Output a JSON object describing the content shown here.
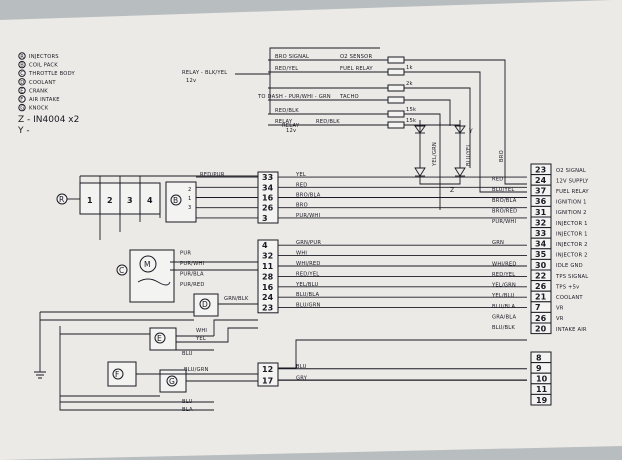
{
  "legend": {
    "items": [
      {
        "sym": "R",
        "text": "INJECTORS"
      },
      {
        "sym": "B",
        "text": "COIL PACK"
      },
      {
        "sym": "C",
        "text": "THROTTLE BODY"
      },
      {
        "sym": "D",
        "text": "COOLANT"
      },
      {
        "sym": "E",
        "text": "CRANK"
      },
      {
        "sym": "F",
        "text": "AIR INTAKE"
      },
      {
        "sym": "G",
        "text": "KNOCK"
      }
    ],
    "z_line": "Z - IN4004 x2",
    "y_line": "Y -"
  },
  "top_section": {
    "relay_left": "RELAY - BLK/YEL",
    "relay_left_sub": "12v",
    "rows": [
      {
        "left": "BRO SIGNAL",
        "right": "O2 SENSOR",
        "res": ""
      },
      {
        "left": "RED/YEL",
        "right": "FUEL RELAY",
        "res": "1k"
      },
      {
        "left": "",
        "right": "",
        "res": "2k"
      },
      {
        "left": "TO DASH - PUR/WHI - GRN",
        "right": "TACHO",
        "res": ""
      },
      {
        "left": "RED/BLK",
        "right": "",
        "res": "15k"
      },
      {
        "left": "RELAY",
        "right": "RED/BLK",
        "res": "15k"
      }
    ],
    "relay_sub": "12v",
    "diode_y": "Y",
    "diode_z": "Z",
    "vert_wires": [
      "YEL/GRN",
      "BLU/YEL",
      "BRO"
    ]
  },
  "injector_block": {
    "symbol": "R",
    "cells": [
      "1",
      "2",
      "3",
      "4"
    ]
  },
  "coil_block": {
    "symbol": "B",
    "pins": [
      "2",
      "1",
      "3"
    ],
    "in_wires": [
      "RED/PUR"
    ]
  },
  "left_connector": {
    "group1": [
      {
        "pin": "33",
        "wire": "YEL"
      },
      {
        "pin": "34",
        "wire": "RED"
      },
      {
        "pin": "16",
        "wire": "BRO/BLA"
      },
      {
        "pin": "26",
        "wire": "BRO"
      },
      {
        "pin": "3",
        "wire": "PUR/WHI"
      }
    ],
    "group2": [
      {
        "pin": "4",
        "wire": "GRN/PUR",
        "lw": ""
      },
      {
        "pin": "32",
        "wire": "WHI",
        "lw": "PUR"
      },
      {
        "pin": "11",
        "wire": "WHI/RED",
        "lw": "PUR/WHI"
      },
      {
        "pin": "28",
        "wire": "RED/YEL",
        "lw": "PUR/BLA"
      },
      {
        "pin": "16",
        "wire": "YEL/BLU",
        "lw": "PUR/RED"
      },
      {
        "pin": "24",
        "wire": "BLU/BLA",
        "lw": ""
      },
      {
        "pin": "23",
        "wire": "BLU/GRN",
        "lw": ""
      }
    ],
    "group3": [
      {
        "pin": "12",
        "wire": "BLU"
      },
      {
        "pin": "17",
        "wire": "GRY"
      }
    ]
  },
  "throttle": {
    "symbol": "C",
    "motor": "M"
  },
  "coolant": {
    "symbol": "D",
    "wire": "GRN/BLK"
  },
  "crank": {
    "symbol": "E",
    "wires": [
      "WHI",
      "YEL",
      "BLU"
    ]
  },
  "air": {
    "symbol": "F",
    "wire": "BLU/GRN"
  },
  "knock": {
    "symbol": "G",
    "wires": [
      "BLU",
      "BLA"
    ]
  },
  "ecu_pins": [
    {
      "pin": "23",
      "label": "O2 SIGNAL",
      "wire": ""
    },
    {
      "pin": "24",
      "label": "12V SUPPLY",
      "wire": "RED"
    },
    {
      "pin": "37",
      "label": "FUEL RELAY",
      "wire": "BLU/YEL"
    },
    {
      "pin": "36",
      "label": "IGNITION 1",
      "wire": "BRO/BLA"
    },
    {
      "pin": "31",
      "label": "IGNITION 2",
      "wire": "BRO/RED"
    },
    {
      "pin": "32",
      "label": "INJECTOR 1",
      "wire": "PUR/WHI"
    },
    {
      "pin": "33",
      "label": "INJECTOR 1",
      "wire": ""
    },
    {
      "pin": "34",
      "label": "INJECTOR 2",
      "wire": "GRN"
    },
    {
      "pin": "35",
      "label": "INJECTOR 2",
      "wire": ""
    },
    {
      "pin": "30",
      "label": "IDLE GND",
      "wire": "WHI/RED"
    },
    {
      "pin": "22",
      "label": "TPS SIGNAL",
      "wire": "RED/YEL"
    },
    {
      "pin": "26",
      "label": "TPS +5v",
      "wire": "YEL/GRN"
    },
    {
      "pin": "21",
      "label": "COOLANT",
      "wire": "YEL/BLU"
    },
    {
      "pin": "7",
      "label": "VR",
      "wire": "BLU/BLA"
    },
    {
      "pin": "26",
      "label": "VR",
      "wire": "GRA/BLA"
    },
    {
      "pin": "20",
      "label": "INTAKE AIR",
      "wire": "BLU/BLK"
    }
  ],
  "ecu_spare": [
    "8",
    "9",
    "10",
    "11",
    "19"
  ]
}
